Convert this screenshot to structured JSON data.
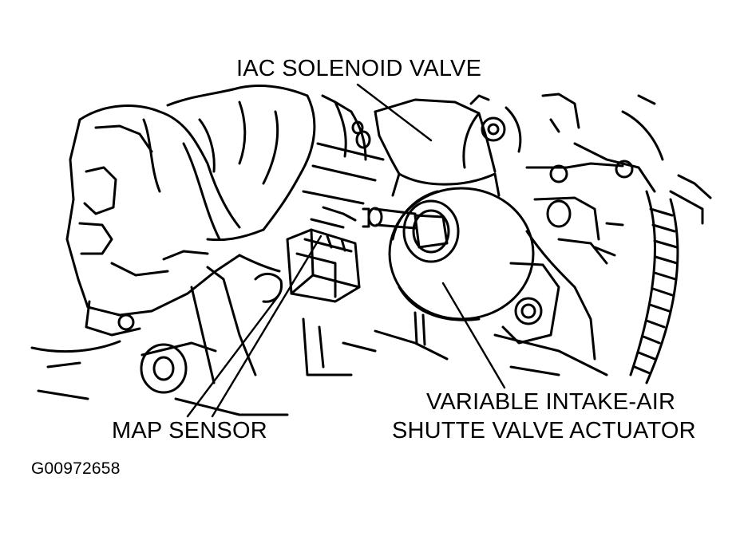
{
  "labels": {
    "iac_solenoid_valve": "IAC SOLENOID VALVE",
    "map_sensor": "MAP SENSOR",
    "variable_intake_air_line1": "VARIABLE INTAKE-AIR",
    "variable_intake_air_line2": "SHUTTE VALVE ACTUATOR"
  },
  "figure_code": "G00972658",
  "colors": {
    "line": "#000000",
    "background": "#ffffff"
  }
}
